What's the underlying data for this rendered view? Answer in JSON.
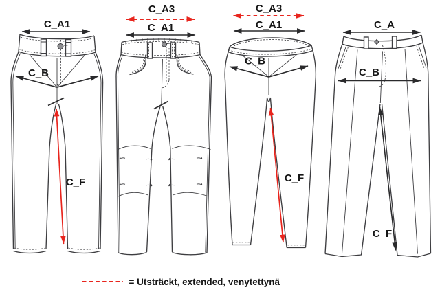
{
  "colors": {
    "line": "#3d3d40",
    "extended_red": "#e8251d",
    "text": "#161616",
    "background": "#ffffff"
  },
  "legend": {
    "symbol": "red-dashed-line",
    "label": "= Utsträckt, extended, venytettynä"
  },
  "pants": [
    {
      "type": "jeans-front-view",
      "labels": {
        "c_a1": "C_A1",
        "c_b": "C_B",
        "c_f": "C_F"
      }
    },
    {
      "type": "work-trousers-front-view",
      "labels": {
        "c_a3": "C_A3",
        "c_a1": "C_A1"
      }
    },
    {
      "type": "leggings-front-view",
      "labels": {
        "c_a3": "C_A3",
        "c_a1": "C_A1",
        "c_b": "C_B",
        "c_f": "C_F"
      }
    },
    {
      "type": "dress-trousers-front-view",
      "labels": {
        "c_a": "C_A",
        "c_b": "C_B",
        "c_f": "C_F"
      }
    }
  ]
}
